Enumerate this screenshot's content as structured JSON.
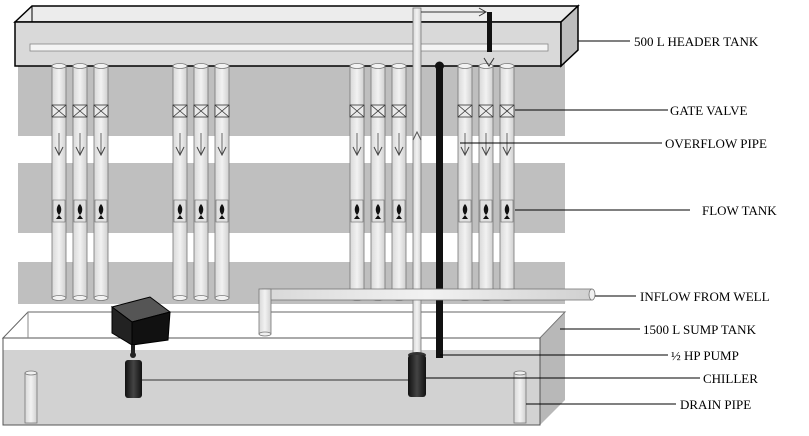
{
  "labels": {
    "header_tank": "500 L HEADER TANK",
    "gate_valve": "GATE VALVE",
    "overflow_pipe": "OVERFLOW PIPE",
    "flow_tank": "FLOW TANK",
    "inflow": "INFLOW FROM WELL",
    "sump_tank": "1500 L SUMP TANK",
    "pump": "½ HP  PUMP",
    "chiller": "CHILLER",
    "drain_pipe": "DRAIN PIPE"
  },
  "colors": {
    "frame_bar": "#bfbfbf",
    "header_tank": "#d9d9d9",
    "pipe": "#e6e6e6",
    "water": "#cfcfcf",
    "dark": "#1a1a1a"
  },
  "icons": {
    "valve": "valve-icon",
    "fish": "fish-icon",
    "arrow": "flow-arrow-icon"
  }
}
